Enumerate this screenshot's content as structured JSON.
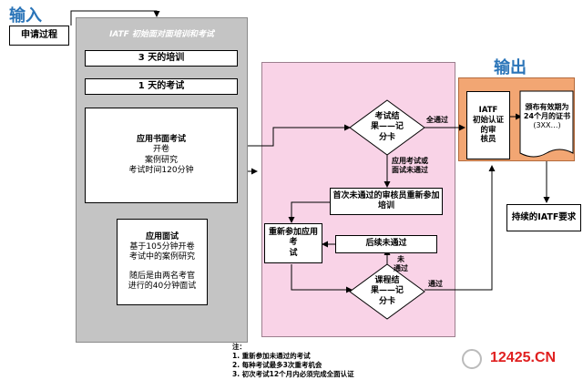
{
  "labels": {
    "input": "输入",
    "output": "输出"
  },
  "nodes": {
    "application": "申请过程",
    "panel_title": "IATF 初始面对面培训和考试",
    "training": "3 天的培训",
    "exam": "1 天的考试",
    "written_exam": [
      "应用书面考试",
      "开卷",
      "案例研究",
      "考试时间120分钟"
    ],
    "oral_exam": [
      "应用面试",
      "基于105分钟开卷",
      "考试中的案例研究",
      "",
      "随后是由两名考官",
      "进行的40分钟面试"
    ],
    "exam_results": [
      "考试结",
      "果——记",
      "分卡"
    ],
    "failed_retrain": [
      "首次未通过的审核员重新参加",
      "培训"
    ],
    "reapply_exam": [
      "重新参加应用考",
      "试"
    ],
    "later_failed": "后续未通过",
    "course_results": [
      "课程结",
      "果——记",
      "分卡"
    ],
    "iatf_office": [
      "IATF",
      "初始认证的审",
      "核员"
    ],
    "certificate": [
      "颁布有效期为",
      "24个月的证书",
      "(3XX…)"
    ],
    "continuing": "持续的IATF要求"
  },
  "edges": {
    "all_passed": "全通过",
    "not_all_passed": [
      "应用考试或",
      "面试未通过"
    ],
    "not_passed": [
      "未",
      "通过"
    ],
    "passed": "通过"
  },
  "notes": {
    "heading": "注：",
    "items": [
      "1. 重新参加未通过的考试",
      "2. 每种考试最多3次重考机会",
      "3. 初次考试12个月内必须完成全面认证"
    ]
  },
  "watermark": "12425.CN",
  "colors": {
    "gray_panel": "#c4c4c4",
    "pink_panel": "#f9d3e7",
    "orange_panel": "#f2a673",
    "label_blue": "#2a74b8",
    "watermark_red": "#e02020"
  }
}
